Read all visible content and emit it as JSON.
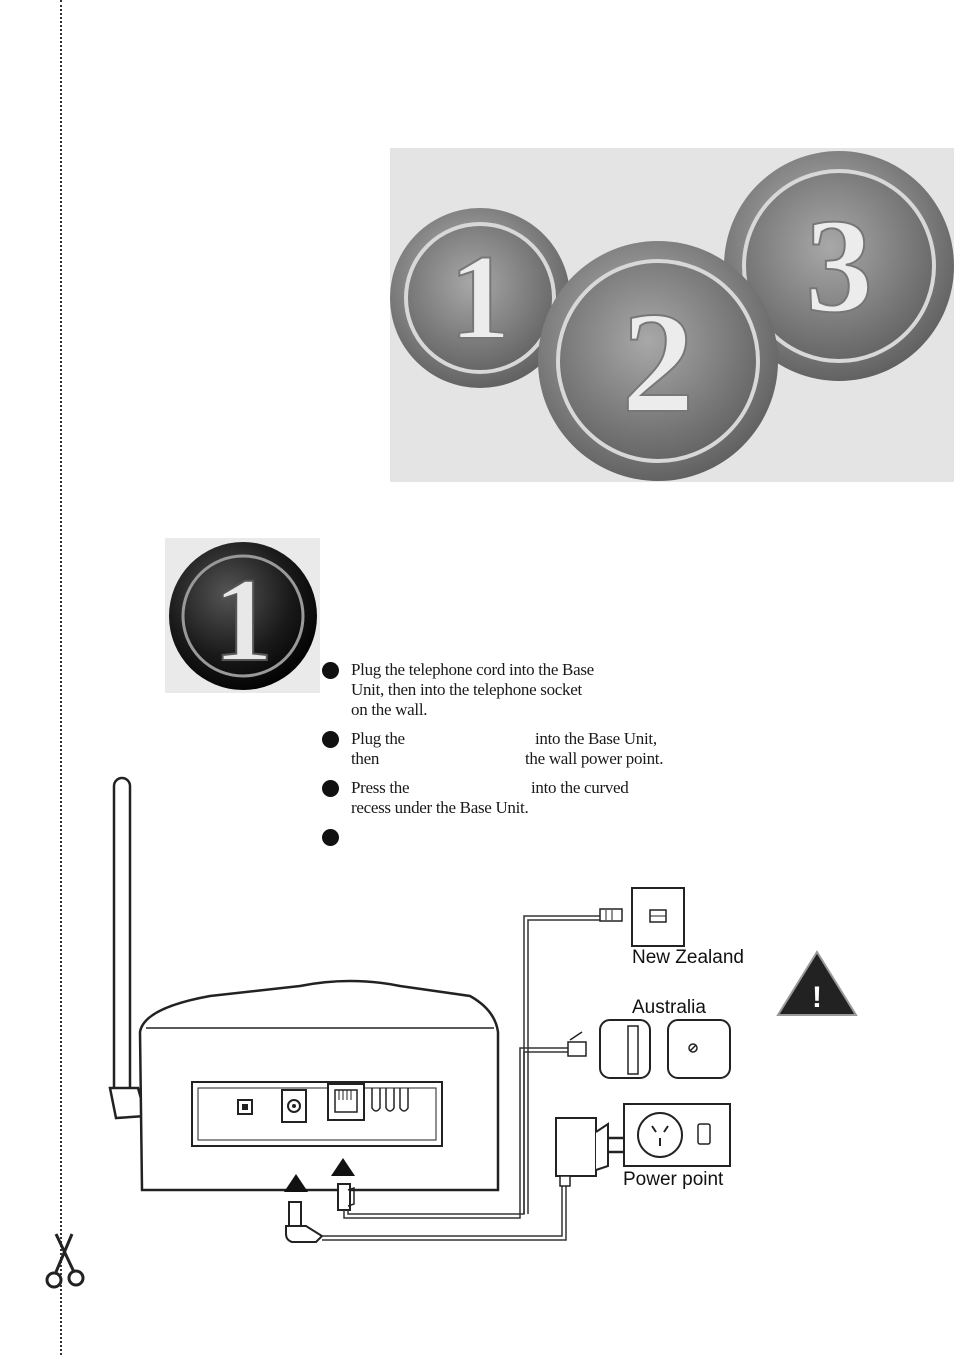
{
  "hero": {
    "numbers": [
      "1",
      "2",
      "3"
    ]
  },
  "step": {
    "number": "1"
  },
  "instructions": [
    {
      "lines": [
        {
          "a": "Plug the telephone cord into the Base",
          "b": ""
        },
        {
          "a": "Unit, then into the telephone socket",
          "b": ""
        },
        {
          "a": "on the wall.",
          "b": ""
        }
      ]
    },
    {
      "lines": [
        {
          "a": "Plug the",
          "b": "into the Base Unit,"
        },
        {
          "a": "then",
          "b": "the wall power point."
        }
      ]
    },
    {
      "lines": [
        {
          "a": "Press the",
          "b": "into the curved"
        },
        {
          "a": "recess under the Base Unit.",
          "b": ""
        }
      ]
    },
    {
      "lines": [
        {
          "a": "",
          "b": ""
        }
      ]
    }
  ],
  "diagram": {
    "labels": {
      "new_zealand": "New Zealand",
      "australia": "Australia",
      "power_point": "Power point"
    },
    "warning_symbol": "!"
  },
  "icons": {
    "cut": "scissors-icon",
    "warning": "warning-triangle-icon"
  }
}
